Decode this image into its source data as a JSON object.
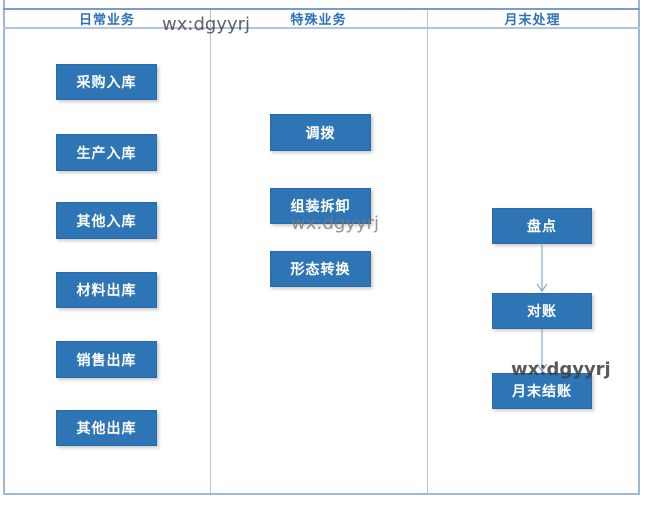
{
  "watermark": {
    "text": "wx:dgyyrj"
  },
  "colors": {
    "box_fill": "#2E75B6",
    "box_text": "#FFFFFF",
    "header_text": "#2B72BE",
    "frame_border": "#9FB6DE",
    "arrow": "#6C9BD2"
  },
  "columns": [
    {
      "id": "daily-business",
      "header": "日常业务",
      "items": [
        "采购入库",
        "生产入库",
        "其他入库",
        "材料出库",
        "销售出库",
        "其他出库"
      ]
    },
    {
      "id": "special-business",
      "header": "特殊业务",
      "items": [
        "调拨",
        "组装拆卸",
        "形态转换"
      ]
    },
    {
      "id": "month-end-processing",
      "header": "月末处理",
      "items": [
        "盘点",
        "对账",
        "月末结账"
      ],
      "flow_arrows": [
        "盘点→对账",
        "对账→月末结账"
      ]
    }
  ]
}
